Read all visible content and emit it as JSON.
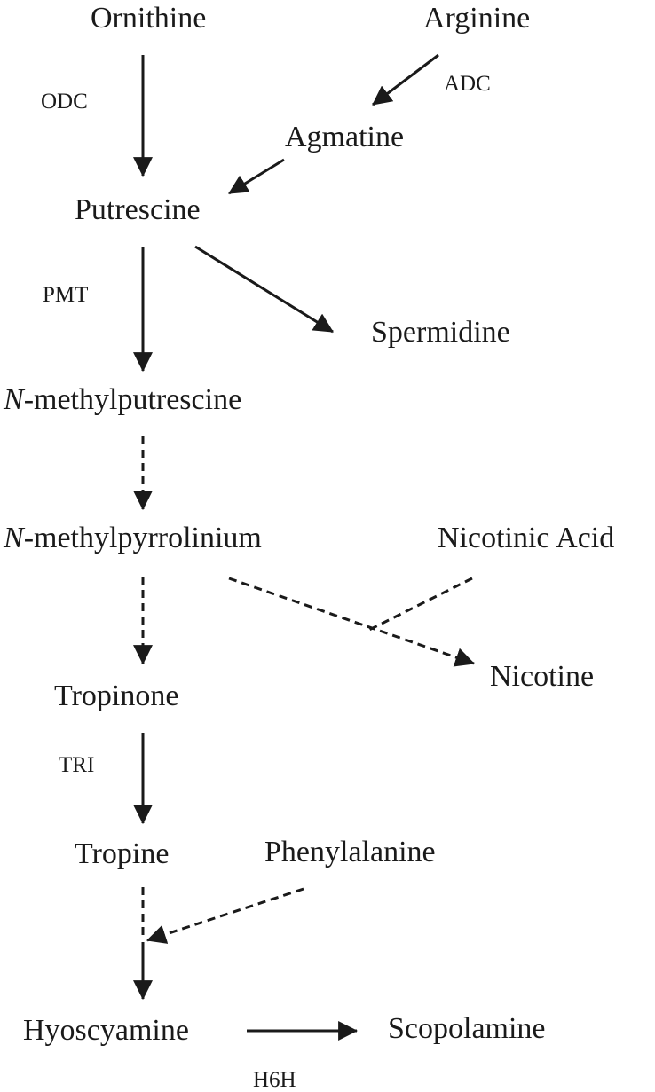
{
  "colors": {
    "ink": "#1a1a1a",
    "background": "#ffffff"
  },
  "compounds": {
    "ornithine": "Ornithine",
    "arginine": "Arginine",
    "agmatine": "Agmatine",
    "putrescine": "Putrescine",
    "spermidine": "Spermidine",
    "n_methylputrescine": {
      "prefix": "N",
      "rest": "-methylputrescine"
    },
    "n_methylpyrrolinium": {
      "prefix": "N",
      "rest": "-methylpyrrolinium"
    },
    "nicotinic_acid": "Nicotinic Acid",
    "nicotine": "Nicotine",
    "tropinone": "Tropinone",
    "tropine": "Tropine",
    "phenylalanine": "Phenylalanine",
    "hyoscyamine": "Hyoscyamine",
    "scopolamine": "Scopolamine"
  },
  "enzymes": {
    "odc": "ODC",
    "adc": "ADC",
    "pmt": "PMT",
    "tri": "TRI",
    "h6h": "H6H"
  }
}
